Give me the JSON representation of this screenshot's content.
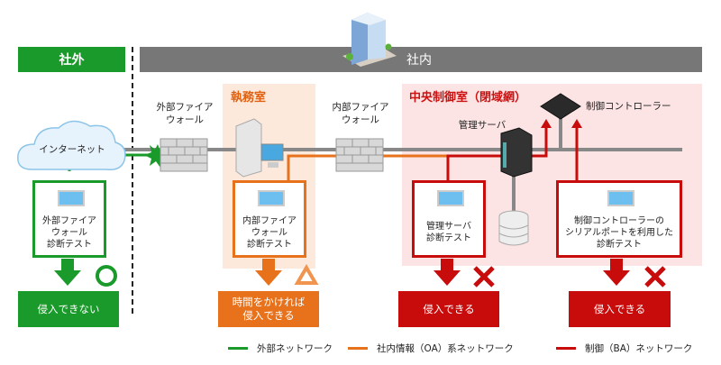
{
  "zones": {
    "outside": {
      "label": "社外",
      "color": "#1a9a2a"
    },
    "inside": {
      "label": "社内",
      "color": "#777777"
    }
  },
  "rooms": {
    "office": {
      "title": "執務室",
      "bg": "#fde9dc",
      "title_color": "#e06010"
    },
    "control_room": {
      "title": "中央制御室（閉域網）",
      "bg": "#fde4e4",
      "title_color": "#cc1111"
    }
  },
  "nodes": {
    "internet": "インターネット",
    "external_firewall": [
      "外部ファイア",
      "ウォール"
    ],
    "internal_firewall": [
      "内部ファイア",
      "ウォール"
    ],
    "management_server": "管理サーバ",
    "controller": "制御コントローラー"
  },
  "tests": [
    {
      "lines": [
        "外部ファイア",
        "ウォール",
        "診断テスト"
      ],
      "color": "#1a9a2a",
      "mark": "circle",
      "result": [
        "侵入できない"
      ]
    },
    {
      "lines": [
        "内部ファイア",
        "ウォール",
        "診断テスト"
      ],
      "color": "#e8721c",
      "mark": "triangle",
      "result": [
        "時間をかければ",
        "侵入できる"
      ]
    },
    {
      "lines": [
        "管理サーバ",
        "診断テスト"
      ],
      "color": "#c80c0c",
      "mark": "cross",
      "result": [
        "侵入できる"
      ]
    },
    {
      "lines": [
        "制御コントローラーの",
        "シリアルポートを利用した",
        "診断テスト"
      ],
      "color": "#c80c0c",
      "mark": "cross",
      "result": [
        "侵入できる"
      ]
    }
  ],
  "legend": [
    {
      "label": "外部ネットワーク",
      "color": "#1a9a2a"
    },
    {
      "label": "社内情報（OA）系ネットワーク",
      "color": "#e8721c"
    },
    {
      "label": "制御（BA）ネットワーク",
      "color": "#c80c0c"
    }
  ]
}
